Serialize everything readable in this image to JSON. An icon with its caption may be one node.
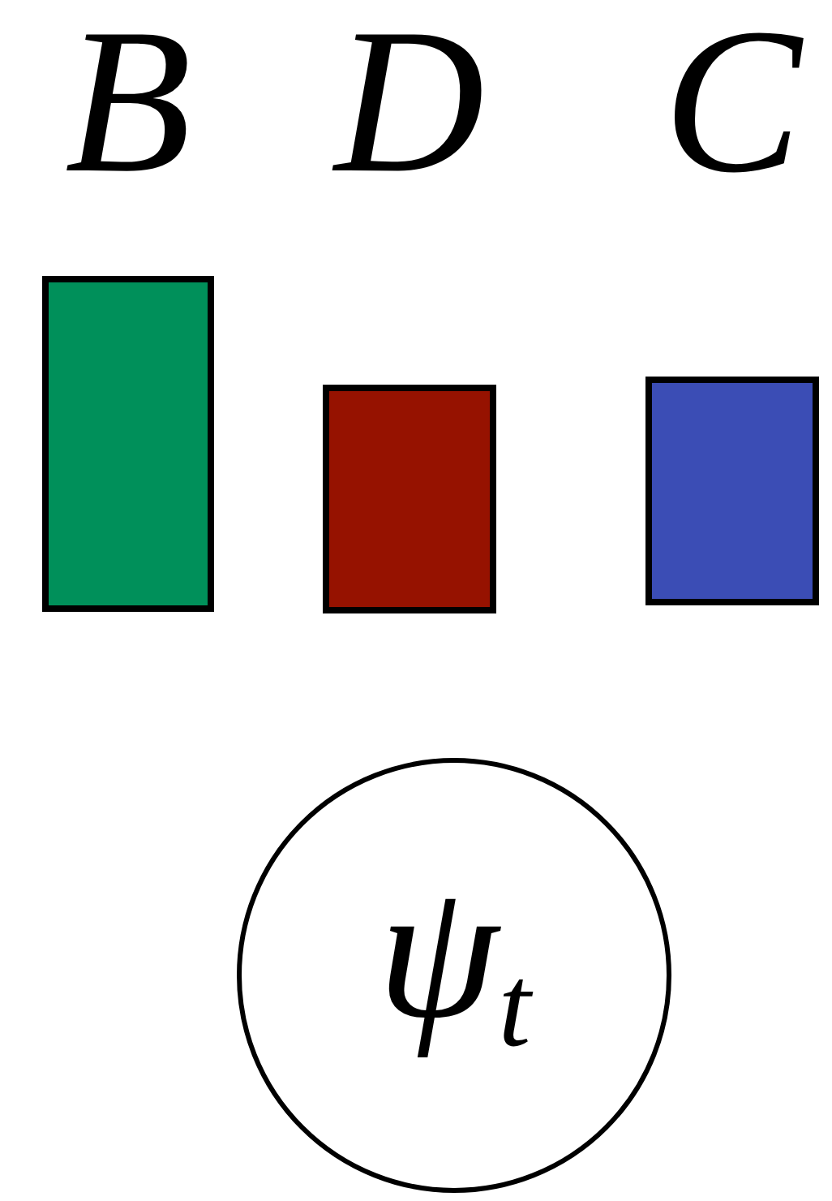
{
  "diagram": {
    "nodes": [
      {
        "text": [
          "B"
        ]
      },
      {
        "text": [
          "D"
        ]
      },
      {
        "text": [
          "C"
        ]
      },
      {
        "text": [
          "ψ$_{t}$"
        ]
      }
    ]
  }
}
